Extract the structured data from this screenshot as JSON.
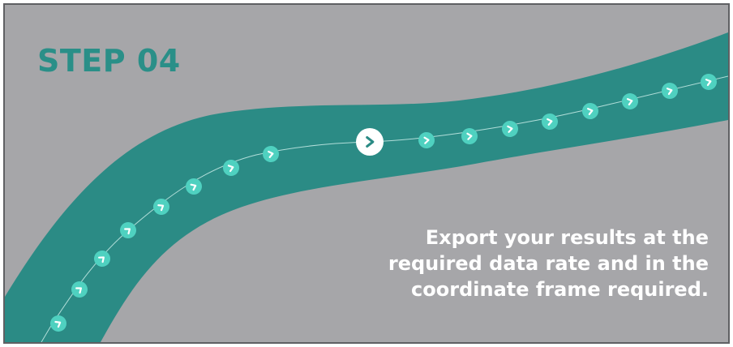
{
  "step": {
    "title": "STEP 04"
  },
  "caption": {
    "lines": [
      "Export your results at the",
      "required data rate and in the",
      "coordinate frame required."
    ]
  },
  "colors": {
    "background": "#a6a6a9",
    "road": "#2b8b85",
    "title": "#2a8f88",
    "marker_fill": "#4fd1c0",
    "marker_glyph": "#ffffff",
    "current_marker_fill": "#ffffff",
    "current_marker_glyph": "#2b8b85",
    "border": "#5f6063"
  },
  "path": {
    "marker_icon": "chevron-right-icon",
    "current_marker_index": 8
  }
}
